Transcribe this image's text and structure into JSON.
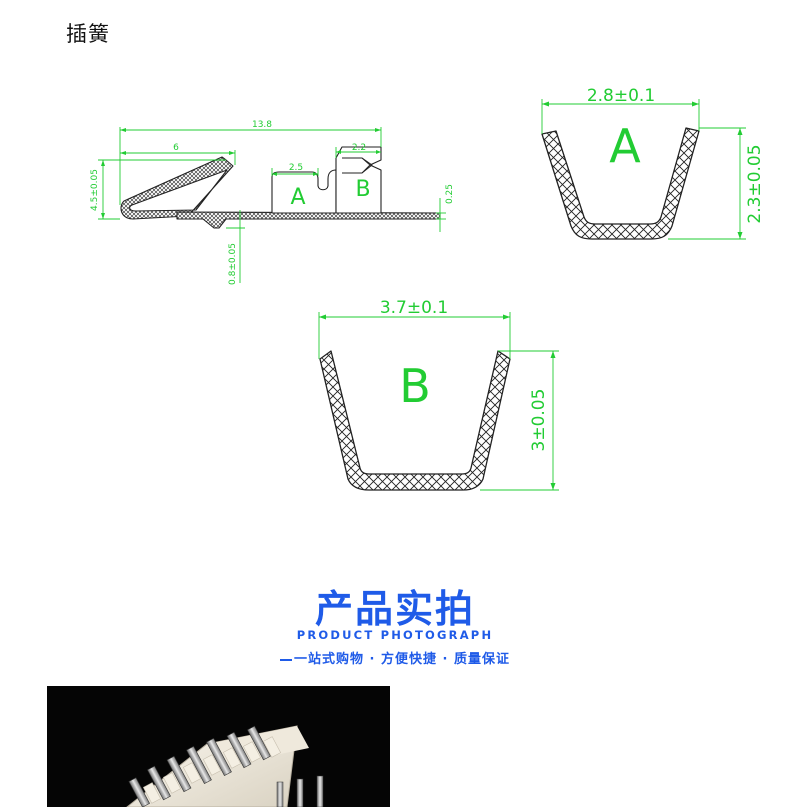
{
  "page_title": "插簧",
  "drawing": {
    "main_view": {
      "total_length": "13.8",
      "spring_length": "6",
      "width_a": "2.5",
      "width_b": "2.2",
      "height": "4.5±0.05",
      "thickness": "0.25",
      "offset": "0.8±0.05",
      "label_a": "A",
      "label_b": "B"
    },
    "section_a": {
      "label": "A",
      "width": "2.8±0.1",
      "height": "2.3±0.05"
    },
    "section_b": {
      "label": "B",
      "width": "3.7±0.1",
      "height": "3±0.05"
    },
    "colors": {
      "dimension": "#22cc33",
      "outline": "#222222"
    }
  },
  "photo_section": {
    "title": "产品实拍",
    "subtitle": "PRODUCT PHOTOGRAPH",
    "slogan": "一站式购物 · 方便快捷 · 质量保证",
    "accent_color": "#1f5be8"
  }
}
